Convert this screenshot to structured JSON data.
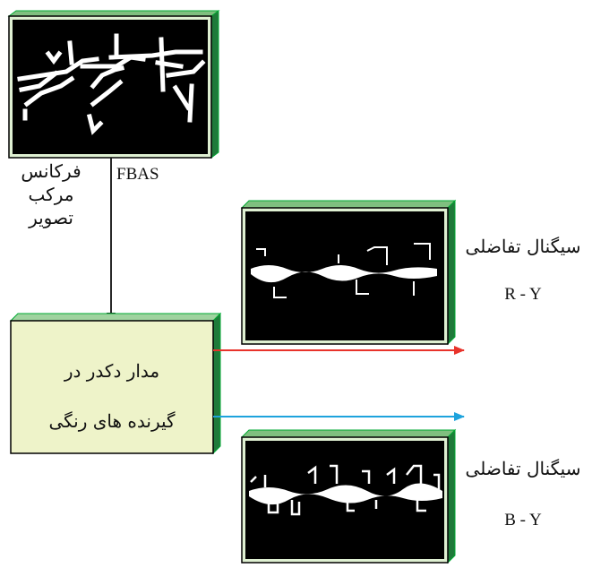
{
  "top_left": {
    "vertical_text_lines": [
      "فرکانس",
      "مرکب",
      "تصویر"
    ],
    "signal_label": "FBAS"
  },
  "decoder_box": {
    "line1": "مدار دکدر در",
    "line2": "گیرنده های رنگی"
  },
  "output_r": {
    "title": "سیگنال تفاضلی",
    "code": "R - Y",
    "arrow_color": "#e8332b"
  },
  "output_b": {
    "title": "سیگنال تفاضلی",
    "code": "B - Y",
    "arrow_color": "#1ea3dd"
  },
  "colors": {
    "screen_face": "#000000",
    "screen_frame_light": "#dff0d2",
    "screen_frame_dark": "#1f7a3a",
    "box_fill": "#eef3c9"
  }
}
